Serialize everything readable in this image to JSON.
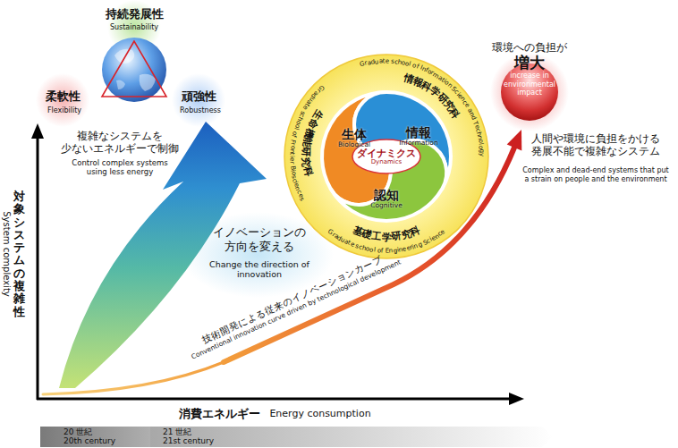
{
  "diagram": {
    "nodes": [
      {
        "text": [
          "生命機能研究科",
          "Graduate school of Frontier Biosciences",
          "情報科学研究科",
          "Graduate school of Information Science and Technology",
          "基礎工学研究科",
          "Graduate school of Engineering Science"
        ]
      },
      {
        "text": [
          "生体",
          "Biological"
        ],
        "in": 0
      },
      {
        "text": [
          "情報",
          "Information"
        ],
        "in": 0
      },
      {
        "text": [
          "認知",
          "Cognitive"
        ],
        "in": 0
      },
      {
        "text": [
          "ダイナミクス",
          "Dynamics"
        ],
        "in": 0
      },
      {
        "text": [
          "環境への負担が",
          "増大",
          "increase in environmental impact"
        ]
      },
      {
        "text": [
          "20 世紀",
          "20th century"
        ]
      },
      {
        "text": [
          "21 世紀",
          "21st century"
        ]
      }
    ],
    "labels": [
      "持続発展性",
      "Sustainability",
      "柔軟性",
      "Flexibility",
      "頑強性",
      "Robustness",
      "複雑なシステムを 少ないエネルギーで制御",
      "Control complex systems using less energy",
      "イノベーションの 方向を変える",
      "Change the direction of innovation",
      "人間や環境に負担をかける 発展不能で複雑なシステム",
      "Complex and dead-end systems that put a strain on people and the environment",
      "技術開発による従来のイノベーションカーブ",
      "Conventional innovation curve driven by technological development",
      "対象システムの複雑性",
      "System complexity",
      "消費エネルギー",
      "Energy consumption"
    ]
  }
}
